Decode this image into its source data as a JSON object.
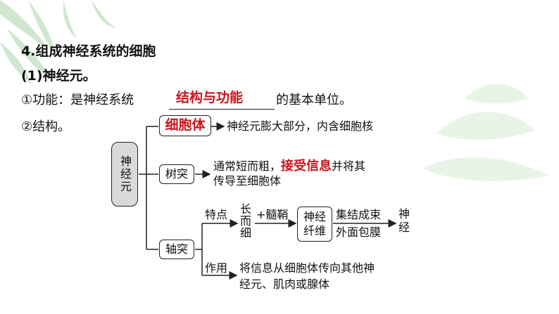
{
  "heading": "4.组成神经系统的细胞",
  "subheading": "(1)神经元。",
  "function_line": {
    "prefix": "①功能：是神经系统",
    "answer": "结构与功能",
    "suffix": "的基本单位。"
  },
  "structure_line": "②结构。",
  "diagram": {
    "root": "神经元",
    "cell_body": {
      "label": "细胞体",
      "desc": "神经元膨大部分，内含细胞核"
    },
    "dendrite": {
      "label": "树突",
      "desc_prefix": "通常短而粗，",
      "answer": "接受信息",
      "desc_suffix": "并将其",
      "desc_line2": "传导至细胞体"
    },
    "axon": {
      "label": "轴突",
      "feature_label": "特点",
      "feature_desc": "长而细",
      "myelin": "+髓鞘",
      "fiber": "神经纤维",
      "bundle_line1": "集结成束",
      "bundle_line2": "外面包膜",
      "nerve": "神经",
      "role_label": "作用",
      "role_line1": "将信息从细胞体传向其他神",
      "role_line2": "经元、肌肉或腺体"
    }
  },
  "colors": {
    "answer_red": "#c8161d",
    "root_box_gray": "#d9d9d9"
  }
}
